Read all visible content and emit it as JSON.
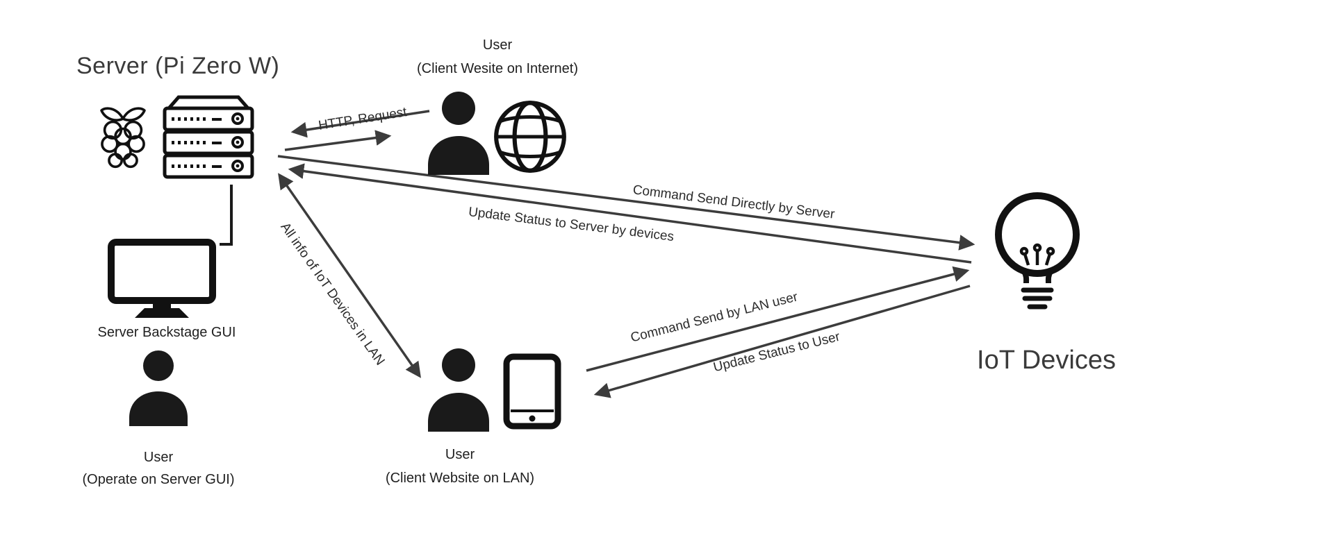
{
  "title": "Server (Pi Zero W)",
  "nodes": {
    "internet_user_name": "User",
    "internet_user_sub": "(Client Wesite on Internet)",
    "backstage_label": "Server Backstage GUI",
    "gui_user_name": "User",
    "gui_user_sub": "(Operate on Server GUI)",
    "lan_user_name": "User",
    "lan_user_sub": "(Client Website on LAN)",
    "iot_label": "IoT Devices"
  },
  "edges": {
    "http": "HTTP, Request",
    "cmd_direct": "Command Send Directly by Server",
    "update_server": "Update Status to Server by devices",
    "lan_info": "All info of IoT Devices in LAN",
    "cmd_lan": "Command Send by LAN user",
    "update_user": "Update Status to User"
  },
  "icons": {
    "raspberry_pi": "raspberry-pi-logo-icon",
    "server_stack": "server-rack-icon",
    "monitor": "monitor-icon",
    "person": "person-icon",
    "globe": "globe-icon",
    "tablet": "tablet-icon",
    "bulb": "lightbulb-icon"
  },
  "colors": {
    "ink": "#1a1a1a",
    "arrow": "#3c3c3c",
    "text": "#2b2b2b"
  }
}
